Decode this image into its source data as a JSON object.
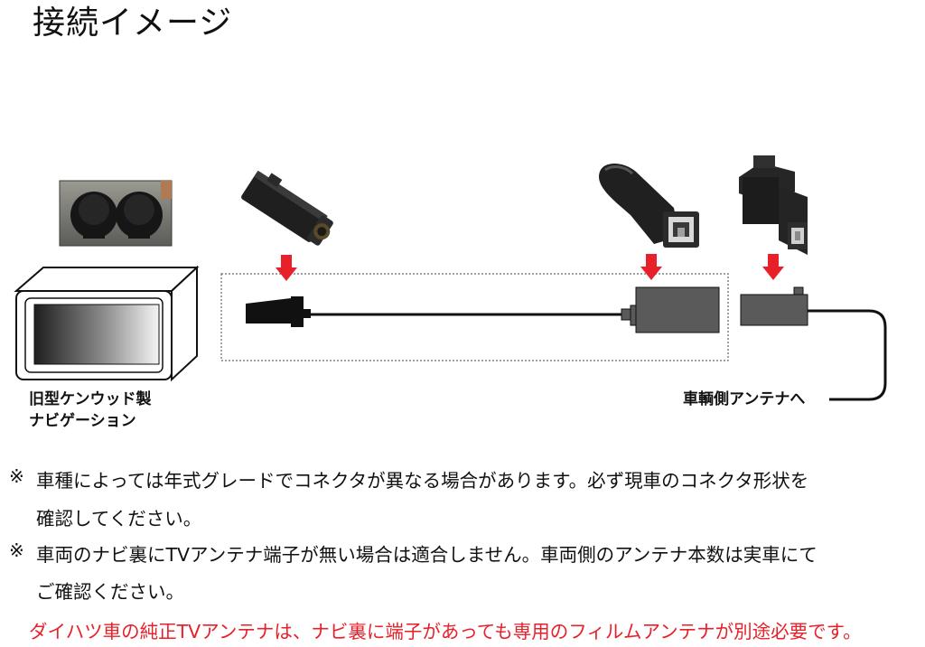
{
  "title": "接続イメージ",
  "labels": {
    "navigation": [
      "旧型ケンウッド製",
      "ナビゲーション"
    ],
    "vehicle_antenna": "車輌側アンテナへ"
  },
  "notes": [
    {
      "mark": "※",
      "lines": [
        "車種によっては年式グレードでコネクタが異なる場合があります。必ず現車のコネクタ形状を",
        "確認してください。"
      ]
    },
    {
      "mark": "※",
      "lines": [
        "車両のナビ裏にTVアンテナ端子が無い場合は適合しません。車両側のアンテナ本数は実車にて",
        "ご確認ください。"
      ]
    }
  ],
  "red_note": "ダイハツ車の純正TVアンテナは、ナビ裏に端子があっても専用のフィルムアンテナが別途必要です。",
  "colors": {
    "arrow": "#e8202a",
    "red_text": "#e8202a",
    "connector": "#5a5a5a"
  }
}
